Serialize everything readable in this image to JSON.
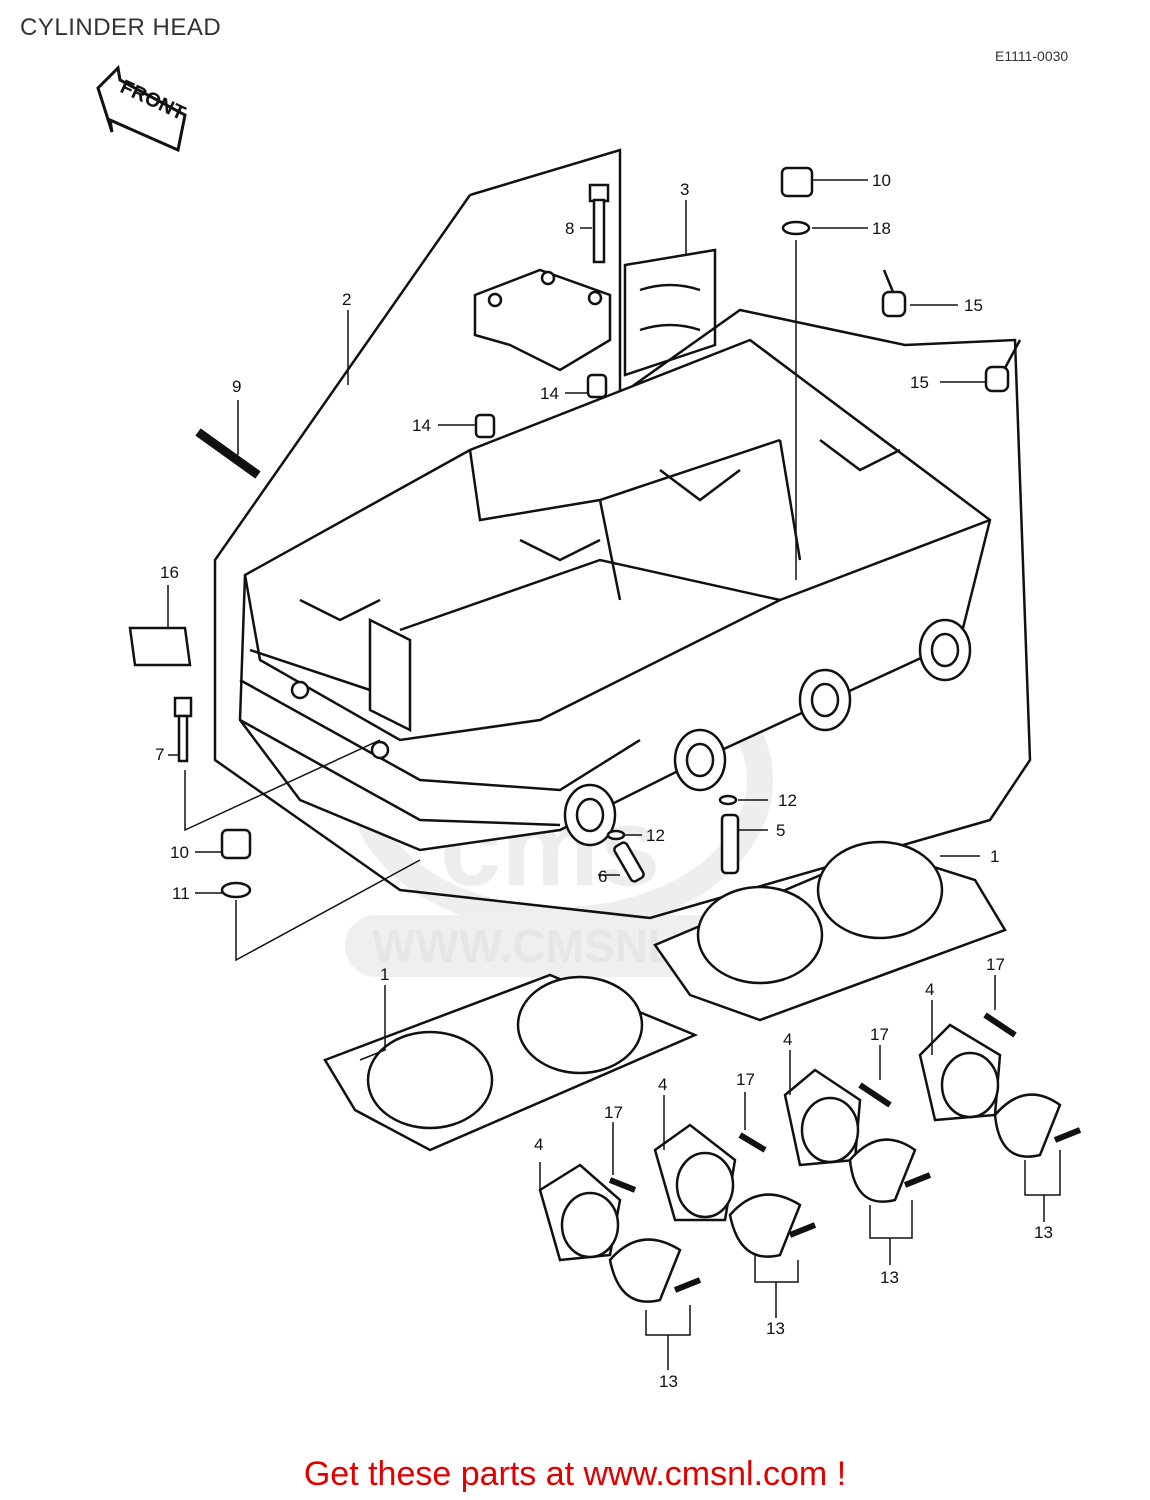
{
  "header": {
    "title": "CYLINDER HEAD",
    "diagram_code": "E1111-0030"
  },
  "direction_label": "FRONT",
  "watermark": {
    "brand": "cms",
    "url": "WWW.CMSNL.COM"
  },
  "callouts": {
    "c1a": "1",
    "c1b": "1",
    "c2": "2",
    "c3": "3",
    "c4a": "4",
    "c4b": "4",
    "c4c": "4",
    "c4d": "4",
    "c5": "5",
    "c6": "6",
    "c7": "7",
    "c8": "8",
    "c9": "9",
    "c10a": "10",
    "c10b": "10",
    "c11": "11",
    "c12a": "12",
    "c12b": "12",
    "c13a": "13",
    "c13b": "13",
    "c13c": "13",
    "c13d": "13",
    "c14a": "14",
    "c14b": "14",
    "c15a": "15",
    "c15b": "15",
    "c16": "16",
    "c17a": "17",
    "c17b": "17",
    "c17c": "17",
    "c17d": "17",
    "c18": "18"
  },
  "footer": {
    "text": "Get these parts at www.cmsnl.com !"
  },
  "colors": {
    "footer_text": "#e00000",
    "line": "#111111",
    "watermark": "#e8e8e8"
  }
}
